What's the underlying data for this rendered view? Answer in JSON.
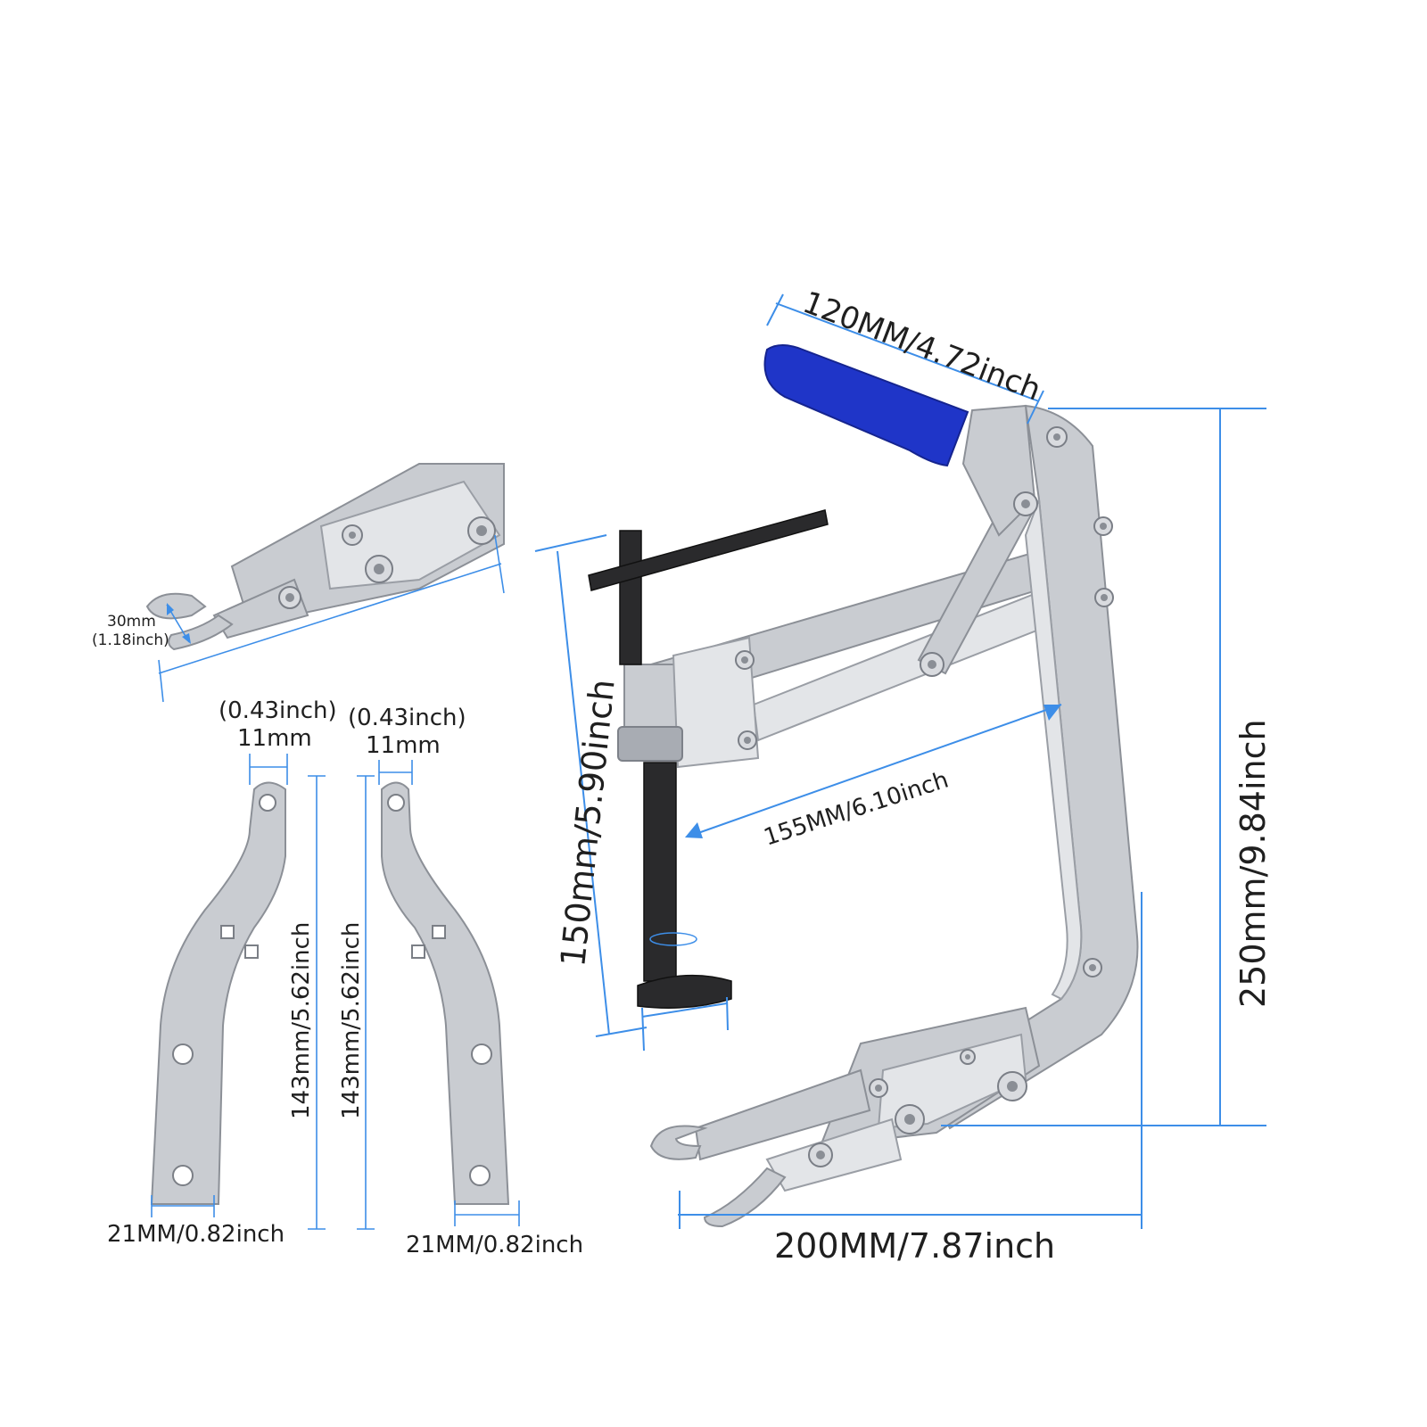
{
  "labels": {
    "handle_length": "120MM/4.72inch",
    "clamp_height": "150mm/5.90inch",
    "jaw_depth": "155MM/6.10inch",
    "total_height": "250mm/9.84inch",
    "total_width": "200MM/7.87inch",
    "jaw_opening_mm": "30mm",
    "jaw_opening_inch": "(1.18inch)",
    "adapter_left_tip_inch": "(0.43inch)",
    "adapter_left_tip_mm": "11mm",
    "adapter_right_tip_inch": "(0.43inch)",
    "adapter_right_tip_mm": "11mm",
    "adapter_left_length": "143mm/5.62inch",
    "adapter_right_length": "143mm/5.62inch",
    "adapter_left_width": "21MM/0.82inch",
    "adapter_right_width": "21MM/0.82inch"
  },
  "colors": {
    "dimension_line": "#3d8ee8",
    "handle_grip": "#1f35c8",
    "metal": "#c9ccd1",
    "spindle": "#2a2a2c"
  }
}
